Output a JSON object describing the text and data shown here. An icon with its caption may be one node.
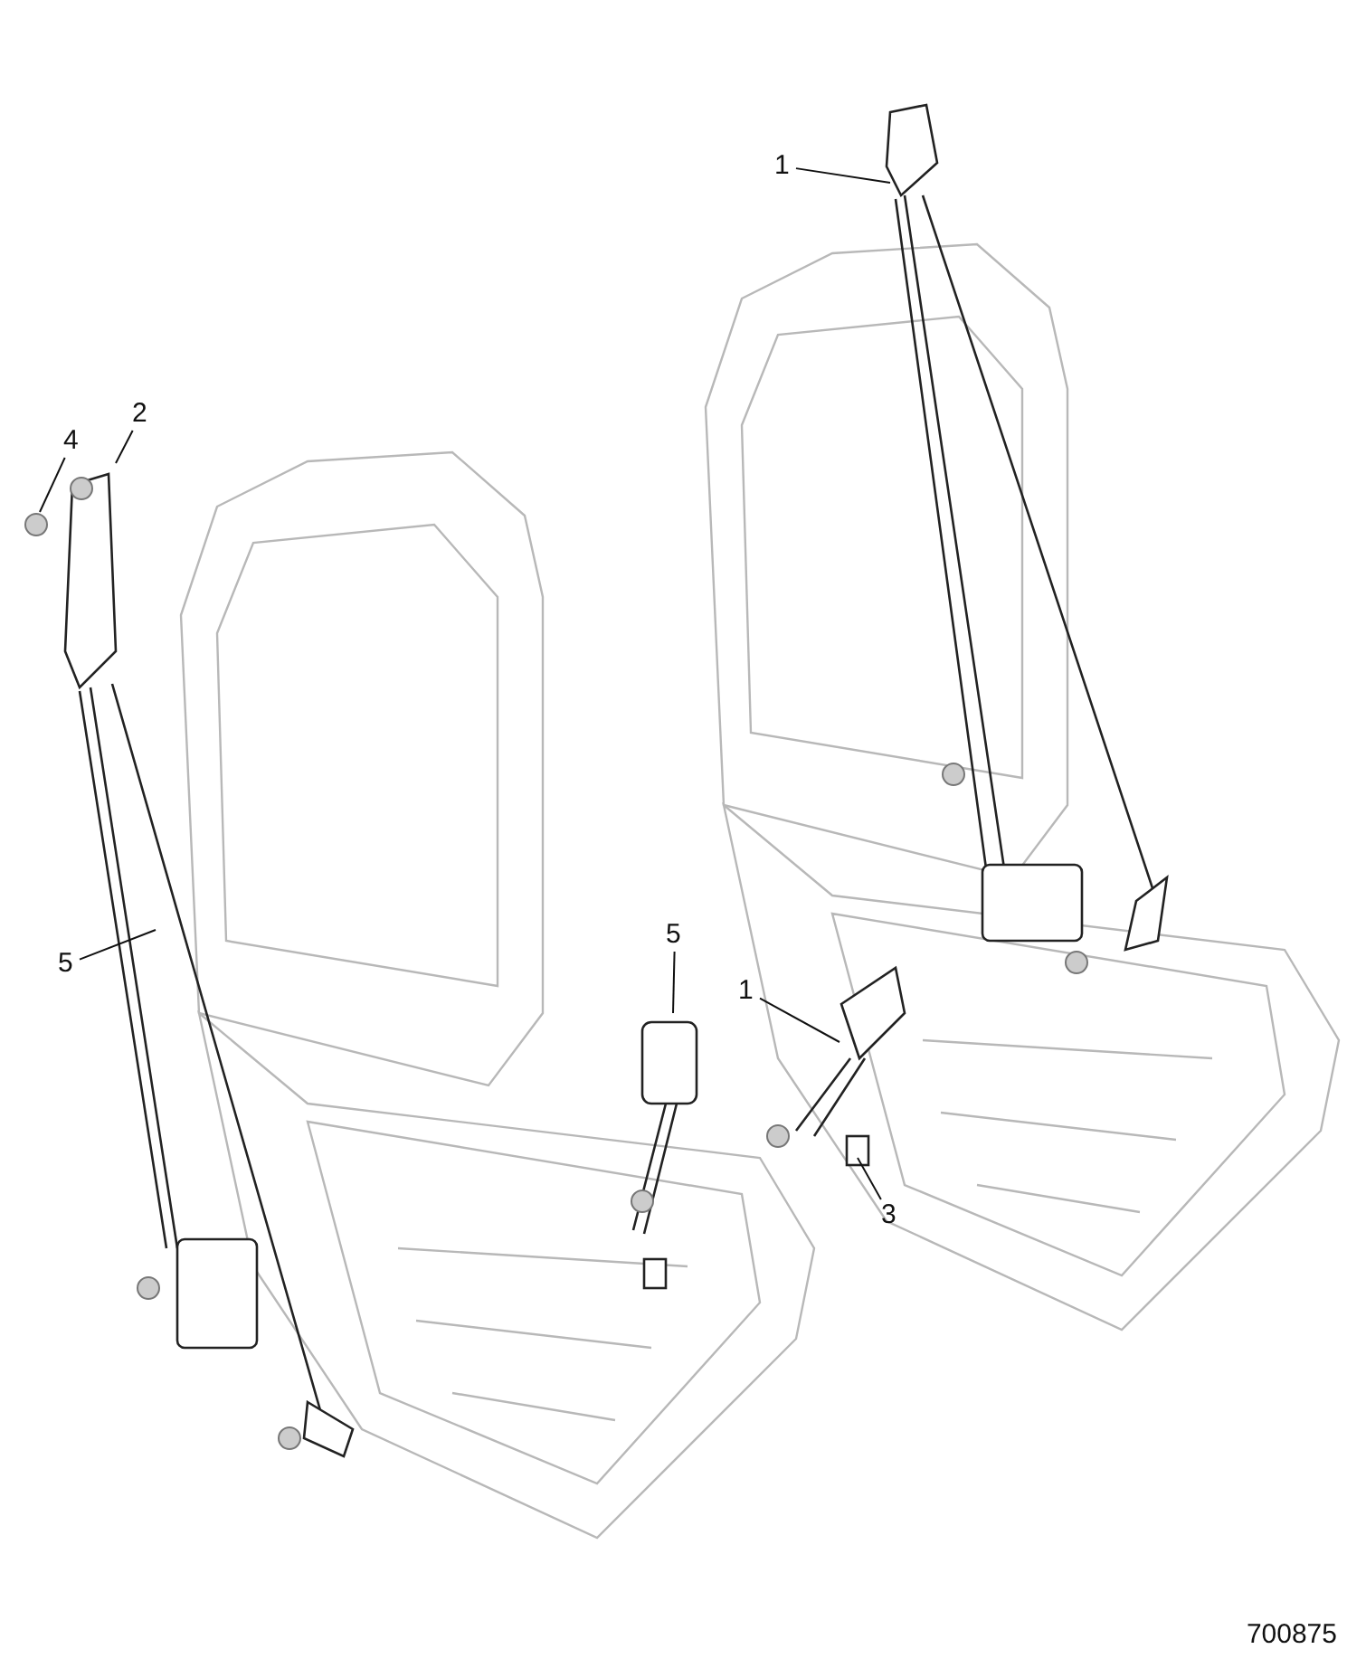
{
  "diagram": {
    "nodes": [
      {
        "text": [
          "1"
        ]
      },
      {
        "text": [
          "4"
        ]
      },
      {
        "text": [
          "2"
        ]
      },
      {
        "text": [
          "5"
        ]
      },
      {
        "text": [
          "5"
        ]
      },
      {
        "text": [
          "1"
        ]
      },
      {
        "text": [
          "3"
        ]
      }
    ],
    "edges": [
      {
        "from": 0,
        "to": null,
        "arrow": "none"
      },
      {
        "from": 1,
        "to": null,
        "arrow": "none"
      },
      {
        "from": 2,
        "to": null,
        "arrow": "none"
      },
      {
        "from": 3,
        "to": null,
        "arrow": "none"
      },
      {
        "from": 4,
        "to": null,
        "arrow": "none"
      },
      {
        "from": 5,
        "to": null,
        "arrow": "none"
      },
      {
        "from": 6,
        "to": null,
        "arrow": "none"
      }
    ],
    "labels": [
      "700875"
    ]
  }
}
